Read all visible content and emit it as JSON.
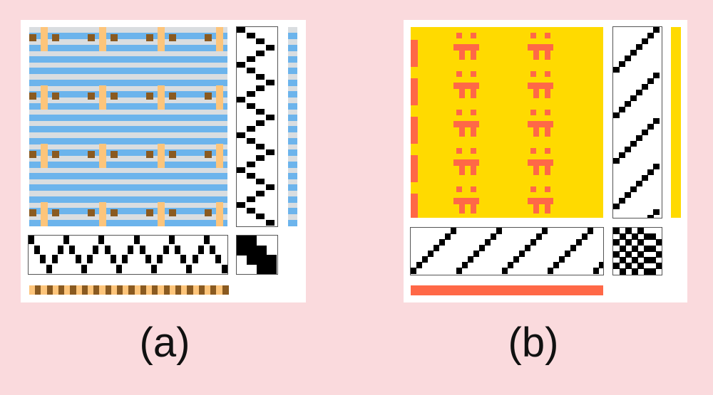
{
  "figure": {
    "captions": {
      "a": "(a)",
      "b": "(b)"
    }
  },
  "panel_a": {
    "warp_colors": [
      "#fdc57b",
      "#8a5a20"
    ],
    "weft_colors": [
      "#6cb4ec",
      "#d9dde0"
    ],
    "threading_pattern": [
      0,
      1,
      2,
      3,
      2,
      1,
      0,
      1,
      2,
      3,
      2,
      1,
      0,
      1,
      2,
      3,
      2,
      1,
      0,
      1,
      2,
      3,
      2,
      1,
      0,
      1,
      2,
      3,
      2,
      1,
      0,
      1,
      2,
      3
    ],
    "treadling_pattern": [
      0,
      1,
      2,
      3,
      2,
      1,
      0,
      1,
      2,
      3,
      2,
      1,
      0,
      1,
      2,
      3,
      2,
      1,
      0,
      1,
      2,
      3,
      2,
      1,
      0,
      1,
      2,
      3,
      2,
      1,
      0,
      1,
      2,
      3
    ],
    "tieup_cells": [
      [
        0,
        0
      ],
      [
        0,
        1
      ],
      [
        1,
        0
      ],
      [
        1,
        1
      ],
      [
        1,
        2
      ],
      [
        2,
        1
      ],
      [
        2,
        2
      ],
      [
        2,
        3
      ],
      [
        3,
        2
      ],
      [
        3,
        3
      ]
    ]
  },
  "panel_b": {
    "warp_color": "#ff6847",
    "weft_color": "#ffda00",
    "threading_pattern": [
      0,
      1,
      2,
      3,
      4,
      5,
      6,
      7,
      0,
      1,
      2,
      3,
      4,
      5,
      6,
      7,
      0,
      1,
      2,
      3,
      4,
      5,
      6,
      7,
      0,
      1,
      2,
      3,
      4,
      5,
      6,
      7,
      0,
      1
    ],
    "treadling_pattern": [
      0,
      1,
      2,
      3,
      4,
      5,
      6,
      7,
      0,
      1,
      2,
      3,
      4,
      5,
      6,
      7,
      0,
      1,
      2,
      3,
      4,
      5,
      6,
      7,
      0,
      1,
      2,
      3,
      4,
      5,
      6,
      7,
      0,
      1
    ],
    "tieup_cells": [
      [
        0,
        0
      ],
      [
        0,
        2
      ],
      [
        0,
        4
      ],
      [
        1,
        1
      ],
      [
        1,
        3
      ],
      [
        1,
        5
      ],
      [
        1,
        6
      ],
      [
        2,
        0
      ],
      [
        2,
        2
      ],
      [
        2,
        4
      ],
      [
        2,
        7
      ],
      [
        3,
        1
      ],
      [
        3,
        3
      ],
      [
        3,
        5
      ],
      [
        3,
        6
      ],
      [
        4,
        0
      ],
      [
        4,
        2
      ],
      [
        4,
        4
      ],
      [
        4,
        7
      ],
      [
        5,
        1
      ],
      [
        5,
        3
      ],
      [
        5,
        5
      ],
      [
        5,
        6
      ],
      [
        6,
        0
      ],
      [
        6,
        2
      ],
      [
        6,
        4
      ],
      [
        6,
        7
      ],
      [
        7,
        1
      ],
      [
        7,
        3
      ],
      [
        7,
        5
      ],
      [
        7,
        6
      ]
    ]
  }
}
